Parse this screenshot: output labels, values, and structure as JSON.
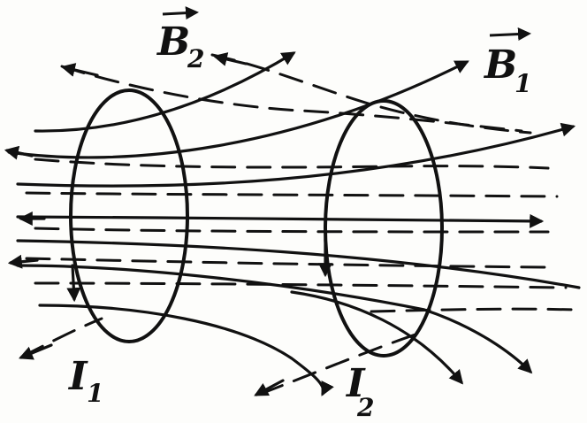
{
  "labels": {
    "b2": "B",
    "b2_sub": "2",
    "b1": "B",
    "b1_sub": "1",
    "i1": "I",
    "i1_sub": "1",
    "i2": "I",
    "i2_sub": "2"
  },
  "colors": {
    "ink": "#111111",
    "paper": "#fdfdfb"
  }
}
